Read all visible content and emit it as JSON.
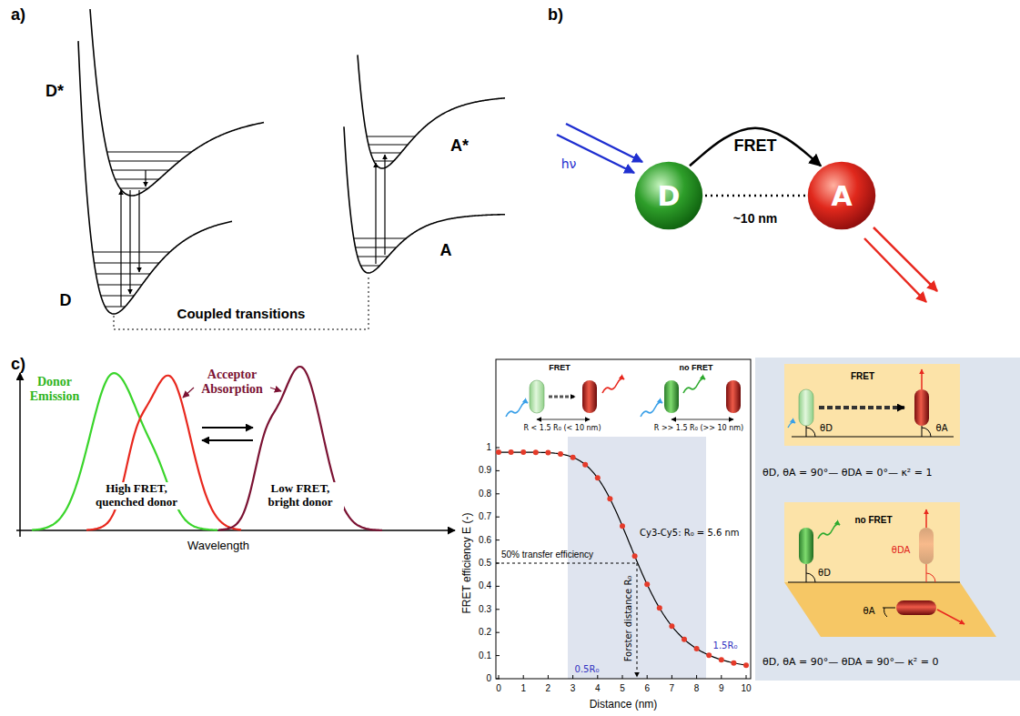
{
  "diagram": {
    "nodes": [
      {
        "text": [
          "D"
        ]
      },
      {
        "text": [
          "A"
        ]
      }
    ],
    "edges": [
      {
        "from": 0,
        "to": 1,
        "arrow": "to",
        "label": "FRET"
      },
      {
        "from": 0,
        "to": 1,
        "arrow": "none",
        "label": "~10 nm"
      }
    ],
    "labels": [
      "a)",
      "D*",
      "D",
      "A*",
      "A",
      "Coupled transitions",
      "b)",
      "hν",
      "c)",
      "Donor Emission",
      "Acceptor Absorption",
      "High FRET, quenched donor",
      "Low FRET, bright donor",
      "Wavelength",
      "FRET",
      "R < 1.5 R₀ (< 10 nm)",
      "no FRET",
      "R >> 1.5 R₀ (>> 10 nm)",
      "0",
      "0.1",
      "0.2",
      "0.3",
      "0.4",
      "0.5",
      "0.6",
      "0.7",
      "0.8",
      "0.9",
      "1",
      "0",
      "1",
      "2",
      "3",
      "4",
      "5",
      "6",
      "7",
      "8",
      "9",
      "10",
      "FRET efficiency E (-)",
      "Distance (nm)",
      "Cy3-Cy5: R₀ = 5.6 nm",
      "50% transfer efficiency",
      "Forster distance R₀",
      "0.5R₀",
      "1.5R₀",
      "FRET",
      "θD",
      "θA",
      "θD, θA = 90°— θDA = 0°— κ² = 1",
      "no FRET",
      "θD",
      "θDA",
      "θA",
      "θD, θA = 90°— θDA = 90°— κ² = 0"
    ]
  }
}
